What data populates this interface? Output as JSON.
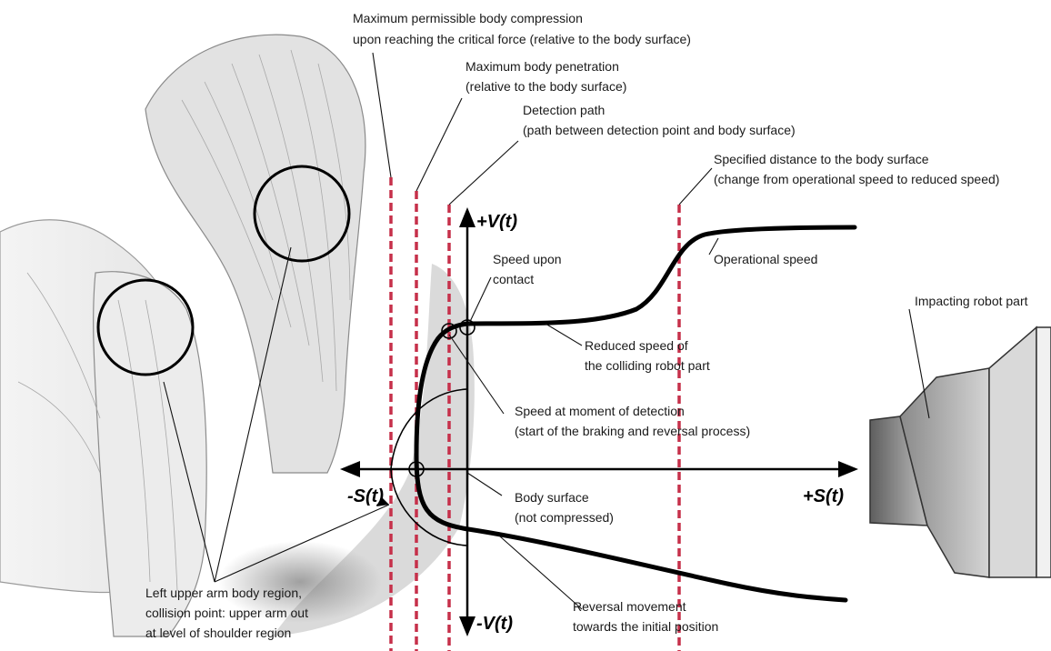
{
  "axes": {
    "v_pos": "+V(t)",
    "v_neg": "-V(t)",
    "s_pos": "+S(t)",
    "s_neg": "-S(t)"
  },
  "labels": {
    "max_compression_1": "Maximum permissible body compression",
    "max_compression_2": "upon reaching the critical force (relative to the body surface)",
    "max_penetration_1": "Maximum body penetration",
    "max_penetration_2": "(relative to the body surface)",
    "detection_path_1": "Detection path",
    "detection_path_2": "(path between detection point and body surface)",
    "specified_distance_1": "Specified distance to the body surface",
    "specified_distance_2": "(change from operational speed to reduced speed)",
    "operational_speed": "Operational speed",
    "speed_contact_1": "Speed upon",
    "speed_contact_2": "contact",
    "reduced_speed_1": "Reduced speed of",
    "reduced_speed_2": "the colliding robot part",
    "speed_detection_1": "Speed at moment of detection",
    "speed_detection_2": "(start of the braking and reversal process)",
    "body_surface_1": "Body surface",
    "body_surface_2": "(not compressed)",
    "reversal_1": "Reversal movement",
    "reversal_2": "towards the initial position",
    "impacting_robot": "Impacting robot part",
    "collision_1": "Left upper arm body region,",
    "collision_2": "collision point: upper arm out",
    "collision_3": "at level of shoulder region"
  },
  "colors": {
    "dashed_lines": "#c6304a",
    "curve": "#000000",
    "robot_shades": [
      "#7a7a7a",
      "#b0b0b0",
      "#d8d8d8",
      "#efefef"
    ]
  }
}
